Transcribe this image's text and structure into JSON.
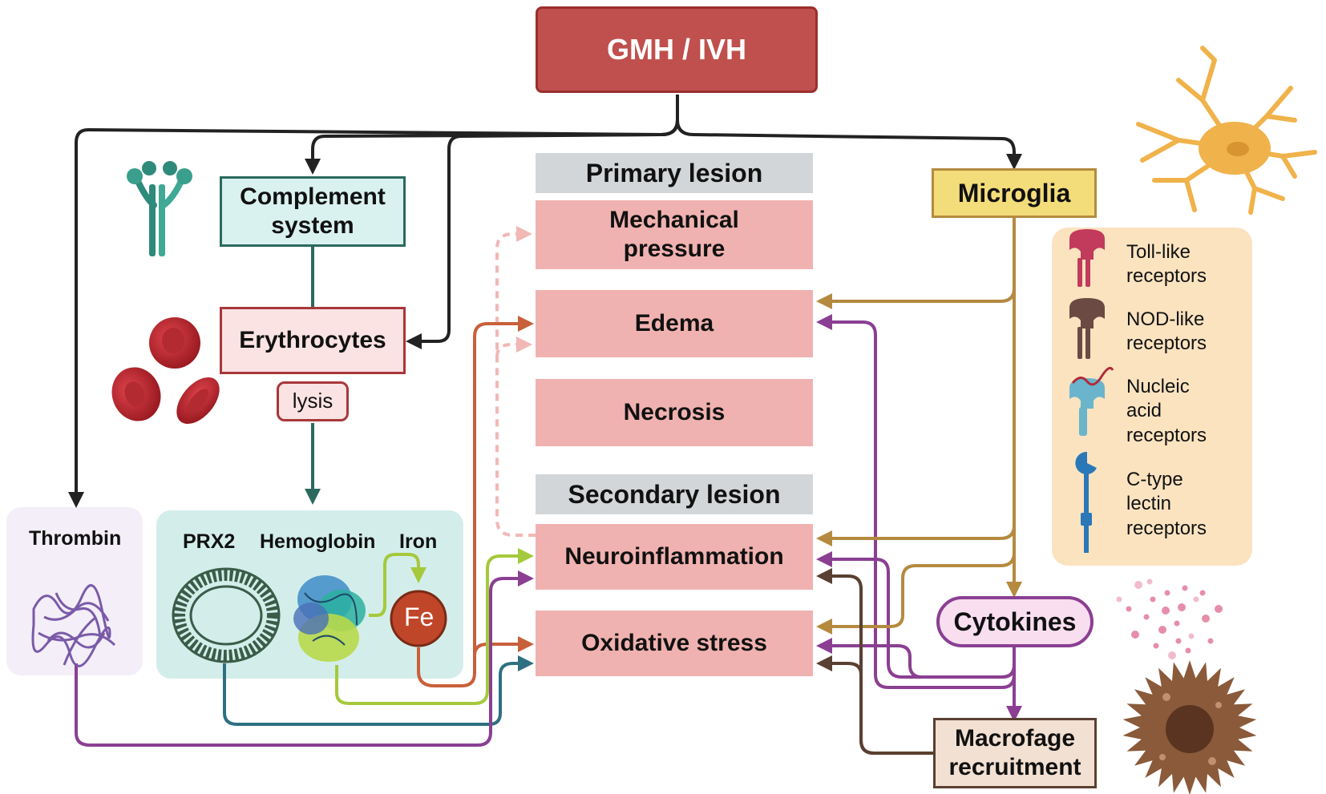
{
  "title": "GMH / IVH",
  "primary_header": "Primary lesion",
  "secondary_header": "Secondary lesion",
  "lesions": {
    "mechanical_line1": "Mechanical",
    "mechanical_line2": "pressure",
    "edema": "Edema",
    "necrosis": "Necrosis",
    "neuroinflammation": "Neuroinflammation",
    "oxidative_stress": "Oxidative stress"
  },
  "complement_line1": "Complement",
  "complement_line2": "system",
  "erythrocytes": "Erythrocytes",
  "lysis": "lysis",
  "thrombin": "Thrombin",
  "prx2": "PRX2",
  "hemoglobin": "Hemoglobin",
  "iron": "Iron",
  "fe": "Fe",
  "microglia": "Microglia",
  "cytokines": "Cytokines",
  "macrofage_line1": "Macrofage",
  "macrofage_line2": "recruitment",
  "receptors": [
    {
      "line1": "Toll-like",
      "line2": "receptors",
      "icon": "toll-like-receptor-icon"
    },
    {
      "line1": "NOD-like",
      "line2": "receptors",
      "icon": "nod-like-receptor-icon"
    },
    {
      "line1": "Nucleic",
      "line2": "acid",
      "line3": "receptors",
      "icon": "nucleic-acid-receptor-icon"
    },
    {
      "line1": "C-type",
      "line2": "lectin",
      "line3": "receptors",
      "icon": "c-type-lectin-receptor-icon"
    }
  ],
  "colors": {
    "title_fill": "#c0504d",
    "lesion_fill": "#f0b2b0",
    "header_fill": "#d3d6d8",
    "complement_fill": "#d9f1ef",
    "erythrocyte_fill": "#fbe3e3",
    "microglia_fill": "#f3dc7a",
    "receptor_panel_fill": "#fbe3c0",
    "cytokine_fill": "#f9def0",
    "macrofage_fill": "#f2e0d2",
    "protein_panel_fill": "#d3eeea",
    "thrombin_panel_fill": "#f3eef7",
    "black_arrow": "#222222",
    "teal_arrow": "#2b6a5e",
    "orange_arrow": "#c8603a",
    "lime_arrow": "#a5c93c",
    "purple_arrow": "#8a3f92",
    "gold_arrow": "#b58a3f",
    "brown_arrow": "#5a4032",
    "pink_dashed": "#f1b8b6",
    "petrol_arrow": "#2e7082"
  }
}
